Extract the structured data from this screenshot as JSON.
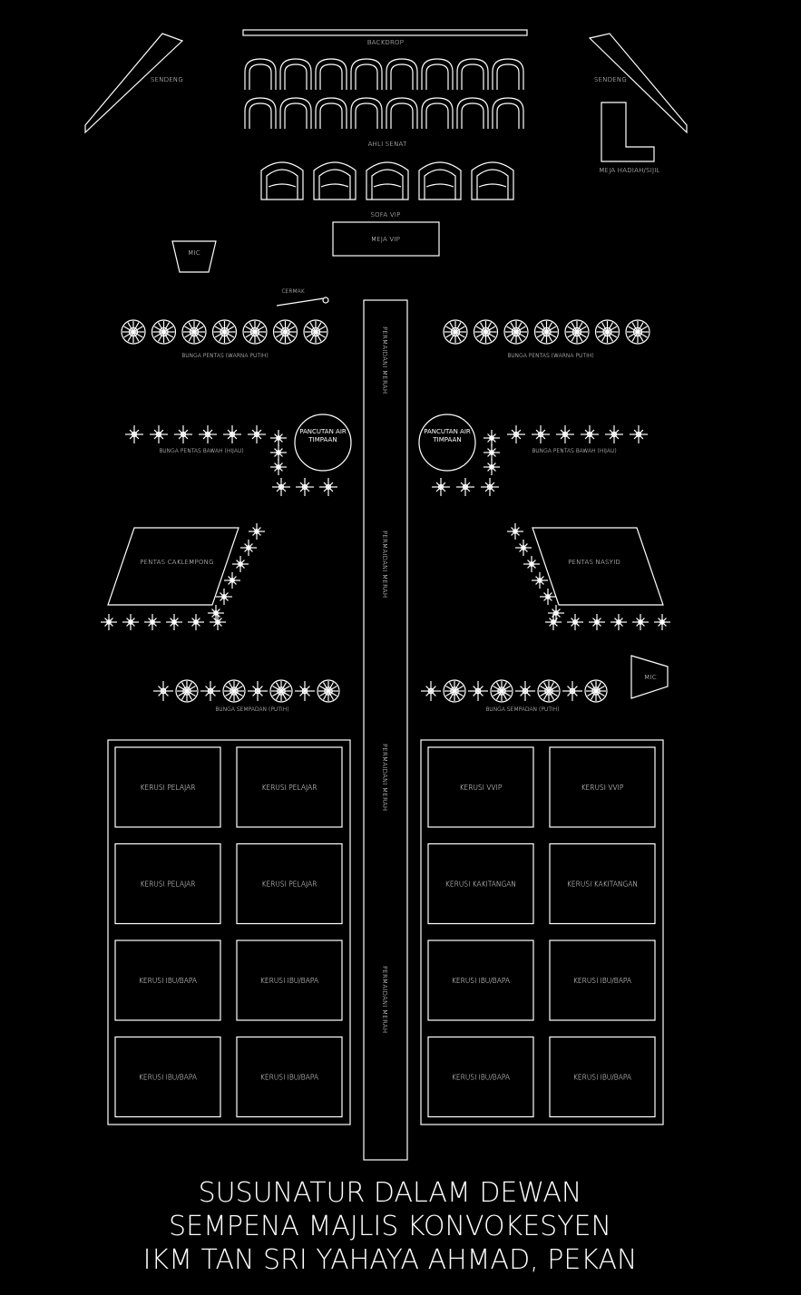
{
  "labels": {
    "backdrop": "BACKDROP",
    "sendeng_left": "SENDENG",
    "sendeng_right": "SENDENG",
    "ahli_senat": "AHLI SENAT",
    "sofa_vip": "SOFA VIP",
    "meja_vip": "MEJA VIP",
    "meja_hadiah": "MEJA HADIAH/SIJIL",
    "mic_left": "MIC",
    "mic_right": "MIC",
    "cermak": "CERMAK",
    "bunga_pentas_atas_left": "BUNGA PENTAS (WARNA PUTIH)",
    "bunga_pentas_atas_right": "BUNGA PENTAS (WARNA PUTIH)",
    "bunga_pentas_bawah_left": "BUNGA PENTAS BAWAH (HIJAU)",
    "bunga_pentas_bawah_right": "BUNGA PENTAS BAWAH (HIJAU)",
    "pancutan_left": "PANCUTAN AIR TIMPAAN",
    "pancutan_right": "PANCUTAN AIR TIMPAAN",
    "pentas_left": "PENTAS CAKLEMPONG",
    "pentas_right": "PENTAS NASYID",
    "bunga_semerah_left": "BUNGA SEMPADAN (PUTIH)",
    "bunga_semerah_right": "BUNGA SEMPADAN (PUTIH)",
    "aisle_1": "PERMAIDANI MERAH",
    "aisle_2": "PERMAIDANI MERAH",
    "aisle_3": "PERMAIDANI MERAH",
    "aisle_4": "PERMAIDANI MERAH"
  },
  "seating": {
    "left": [
      [
        "KERUSI PELAJAR",
        "KERUSI PELAJAR"
      ],
      [
        "KERUSI PELAJAR",
        "KERUSI PELAJAR"
      ],
      [
        "KERUSI IBU/BAPA",
        "KERUSI IBU/BAPA"
      ],
      [
        "KERUSI IBU/BAPA",
        "KERUSI IBU/BAPA"
      ]
    ],
    "right": [
      [
        "KERUSI VVIP",
        "KERUSI VVIP"
      ],
      [
        "KERUSI KAKITANGAN",
        "KERUSI KAKITANGAN"
      ],
      [
        "KERUSI IBU/BAPA",
        "KERUSI IBU/BAPA"
      ],
      [
        "KERUSI IBU/BAPA",
        "KERUSI IBU/BAPA"
      ]
    ]
  },
  "title": {
    "line1": "SUSUNATUR DALAM DEWAN",
    "line2": "SEMPENA MAJLIS KONVOKESYEN",
    "line3": "IKM TAN SRI YAHAYA AHMAD, PEKAN"
  },
  "colors": {
    "background": "#000000",
    "line": "#ffffff"
  }
}
